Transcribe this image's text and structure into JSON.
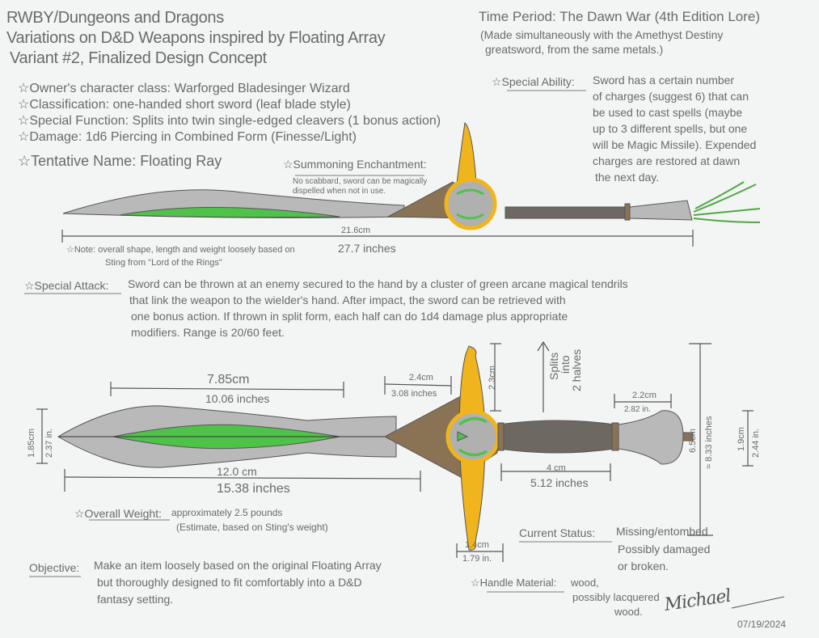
{
  "header": {
    "title_line1": "RWBY/Dungeons and Dragons",
    "title_line2": "Variations on D&D Weapons inspired by Floating Array",
    "title_line3": "Variant #2, Finalized Design Concept"
  },
  "info": [
    "☆Owner's character class: Warforged Bladesinger Wizard",
    "☆Classification: one-handed short sword (leaf blade style)",
    "☆Special Function: Splits into twin single-edged cleavers (1 bonus action)",
    "☆Damage: 1d6 Piercing in Combined Form (Finesse/Light)",
    "☆Tentative Name: Floating Ray"
  ],
  "summoning": {
    "label": "☆Summoning Enchantment:",
    "text_line1": "No scabbard, sword can be magically",
    "text_line2": "dispelled when not in use."
  },
  "time_period": {
    "line1": "Time Period: The Dawn War (4th Edition Lore)",
    "line2": "(Made simultaneously with the Amethyst Destiny",
    "line3": "greatsword, from the same metals.)"
  },
  "special_ability": {
    "label": "☆Special Ability:",
    "lines": [
      "Sword has a certain number",
      "of charges (suggest 6) that can",
      "be used to cast spells (maybe",
      "up to 3 different spells, but one",
      "will be Magic Missile). Expended",
      "charges are restored at dawn",
      "the next day."
    ]
  },
  "top_dimension": {
    "cm": "21.6cm",
    "inches": "27.7 inches"
  },
  "note": {
    "line1": "☆Note: overall shape, length and weight loosely based on",
    "line2": "Sting from \"Lord of the Rings\""
  },
  "special_attack": {
    "label": "☆Special Attack:",
    "lines": [
      "Sword can be thrown at an enemy secured to the hand by a cluster of green arcane magical tendrils",
      "that link the weapon to the wielder's hand. After impact, the sword can be retrieved with",
      "one bonus action. If thrown in split form, each half can do 1d4 damage plus appropriate",
      "modifiers. Range is 20/60 feet."
    ]
  },
  "splits_label": [
    "Splits",
    "into",
    "2 halves"
  ],
  "dimensions": {
    "blade_inner": {
      "cm": "7.85cm",
      "in": "10.06 inches"
    },
    "blade_total": {
      "cm": "12.0 cm",
      "in": "15.38 inches"
    },
    "blade_width": {
      "cm": "1.85cm",
      "in": "2.37 in."
    },
    "guard_width": {
      "cm": "2.4cm",
      "in": "3.08 inches"
    },
    "guard_height": {
      "cm": "2.3cm"
    },
    "handle": {
      "cm": "4 cm",
      "in": "5.12 inches"
    },
    "pommel": {
      "cm": "2.2cm",
      "in": "2.82 in."
    },
    "total_height": {
      "cm": "6.5cm",
      "in": "≈ 8.33 inches"
    },
    "pommel_height": {
      "cm": "1.9cm",
      "in": "2.44 in."
    },
    "guard_tip": {
      "cm": "1.4cm",
      "in": "1.79 in."
    }
  },
  "weight": {
    "label": "☆Overall Weight:",
    "text": "approximately 2.5 pounds",
    "note": "(Estimate, based on Sting's weight)"
  },
  "status": {
    "label": "Current Status:",
    "lines": [
      "Missing/entombed",
      "Possibly damaged",
      "or broken."
    ]
  },
  "objective": {
    "label": "Objective:",
    "lines": [
      "Make an item loosely based on the original Floating Array",
      "but thoroughly designed to fit comfortably into a D&D",
      "fantasy setting."
    ]
  },
  "handle_material": {
    "label": "☆Handle Material:",
    "lines": [
      "wood,",
      "possibly lacquered",
      "wood."
    ]
  },
  "signature": {
    "name": "Michael",
    "date": "07/19/2024"
  },
  "colors": {
    "blade": "#b9b9b9",
    "green": "#4fc24a",
    "gold": "#f0b51d",
    "bronze": "#8a7355",
    "handle": "#6e6862",
    "pencil": "#6a6a6a",
    "paper": "#f3f4f4"
  }
}
